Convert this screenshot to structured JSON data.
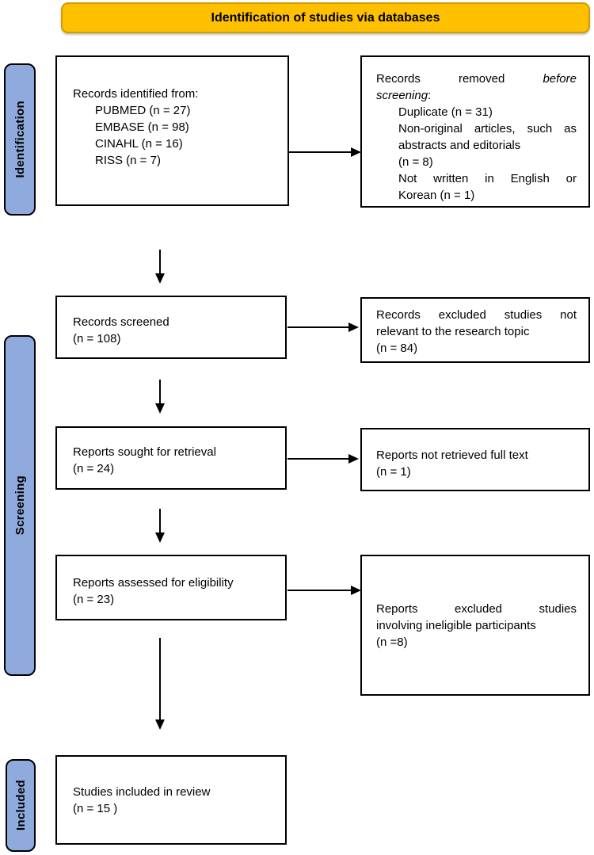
{
  "banner": {
    "label": "Identification of studies via databases"
  },
  "rails": {
    "identification": "Identification",
    "screening": "Screening",
    "included": "Included"
  },
  "colors": {
    "banner_fill": "#FFC000",
    "banner_border": "#D29B00",
    "rail_fill": "#8FAADC",
    "box_border": "#000000",
    "arrow": "#000000"
  },
  "boxes": {
    "records_identified": {
      "title": "Records identified from:",
      "items": {
        "0": "PUBMED (n = 27)",
        "1": "EMBASE (n = 98)",
        "2": "CINAHL (n = 16)",
        "3": "RISS (n = 7)"
      }
    },
    "records_removed": {
      "line1_normal": "Records removed",
      "line1_italic": "before",
      "line2_italic": "screening",
      "line2_colon": ":",
      "item1": "Duplicate (n = 31)",
      "item2_line1": "Non-original articles, such as",
      "item2_line2": "abstracts and editorials",
      "item2_line3": "(n = 8)",
      "item3_line1": "Not written in English or",
      "item3_line2": "Korean (n = 1)"
    },
    "records_screened": {
      "line1": "Records screened",
      "line2": "(n = 108)"
    },
    "records_excluded": {
      "line1": "Records excluded studies not",
      "line2": "relevant to the research topic",
      "line3": "(n = 84)"
    },
    "reports_sought": {
      "line1": "Reports sought for retrieval",
      "line2": "(n = 24)"
    },
    "reports_not_retrieved": {
      "line1": "Reports not retrieved full text",
      "line2": "(n = 1)"
    },
    "reports_assessed": {
      "line1": "Reports assessed for eligibility",
      "line2": "(n = 23)"
    },
    "reports_excluded": {
      "line1": "Reports excluded studies",
      "line2": "involving ineligible participants",
      "line3": "(n =8)"
    },
    "studies_included": {
      "line1": "Studies included in review",
      "line2": "(n = 15 )"
    }
  }
}
